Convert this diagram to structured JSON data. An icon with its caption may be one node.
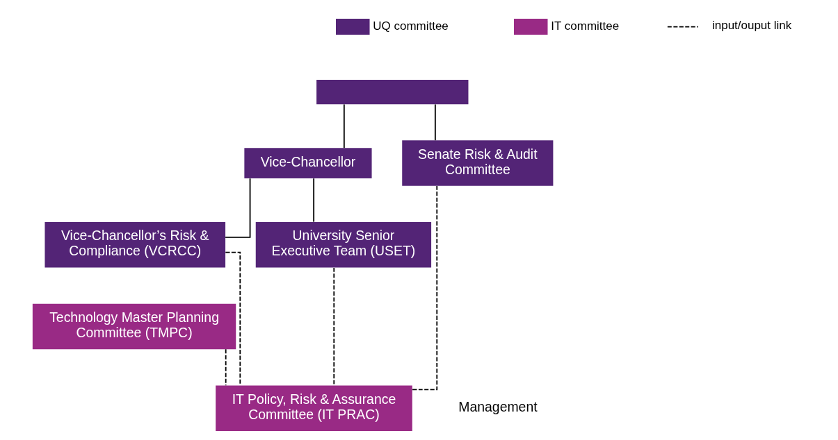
{
  "diagram": {
    "nodes": [
      {
        "text": [],
        "shape": "box"
      },
      {
        "text": [
          "Vice-Chancellor"
        ]
      },
      {
        "text": [
          "Senate Risk & Audit Committee"
        ]
      },
      {
        "text": [
          "Vice-Chancellor’s Risk & Compliance (VCRCC)"
        ]
      },
      {
        "text": [
          "University Senior Executive Team (USET)"
        ]
      },
      {
        "text": [
          "Technology Master Planning Committee (TMPC)"
        ]
      },
      {
        "text": [
          "IT Policy, Risk & Assurance Committee (IT PRAC)"
        ]
      }
    ],
    "edges": [
      {
        "from": 0,
        "to": 1,
        "arrow": "none"
      },
      {
        "from": 0,
        "to": 2,
        "arrow": "none"
      },
      {
        "from": 1,
        "to": 3,
        "arrow": "none"
      },
      {
        "from": 1,
        "to": 4,
        "arrow": "none"
      },
      {
        "from": 3,
        "to": 6,
        "arrow": "none",
        "style": "dashed"
      },
      {
        "from": 5,
        "to": 6,
        "arrow": "none",
        "style": "dashed"
      },
      {
        "from": 4,
        "to": 6,
        "arrow": "none",
        "style": "dashed"
      },
      {
        "from": 2,
        "to": 6,
        "arrow": "none",
        "style": "dashed"
      }
    ],
    "labels": [
      "Management"
    ],
    "legend": [
      {
        "text": "UQ committee",
        "color": "#532476"
      },
      {
        "text": "IT committee",
        "color": "#992a85"
      },
      {
        "text": "input/ouput link"
      }
    ]
  }
}
